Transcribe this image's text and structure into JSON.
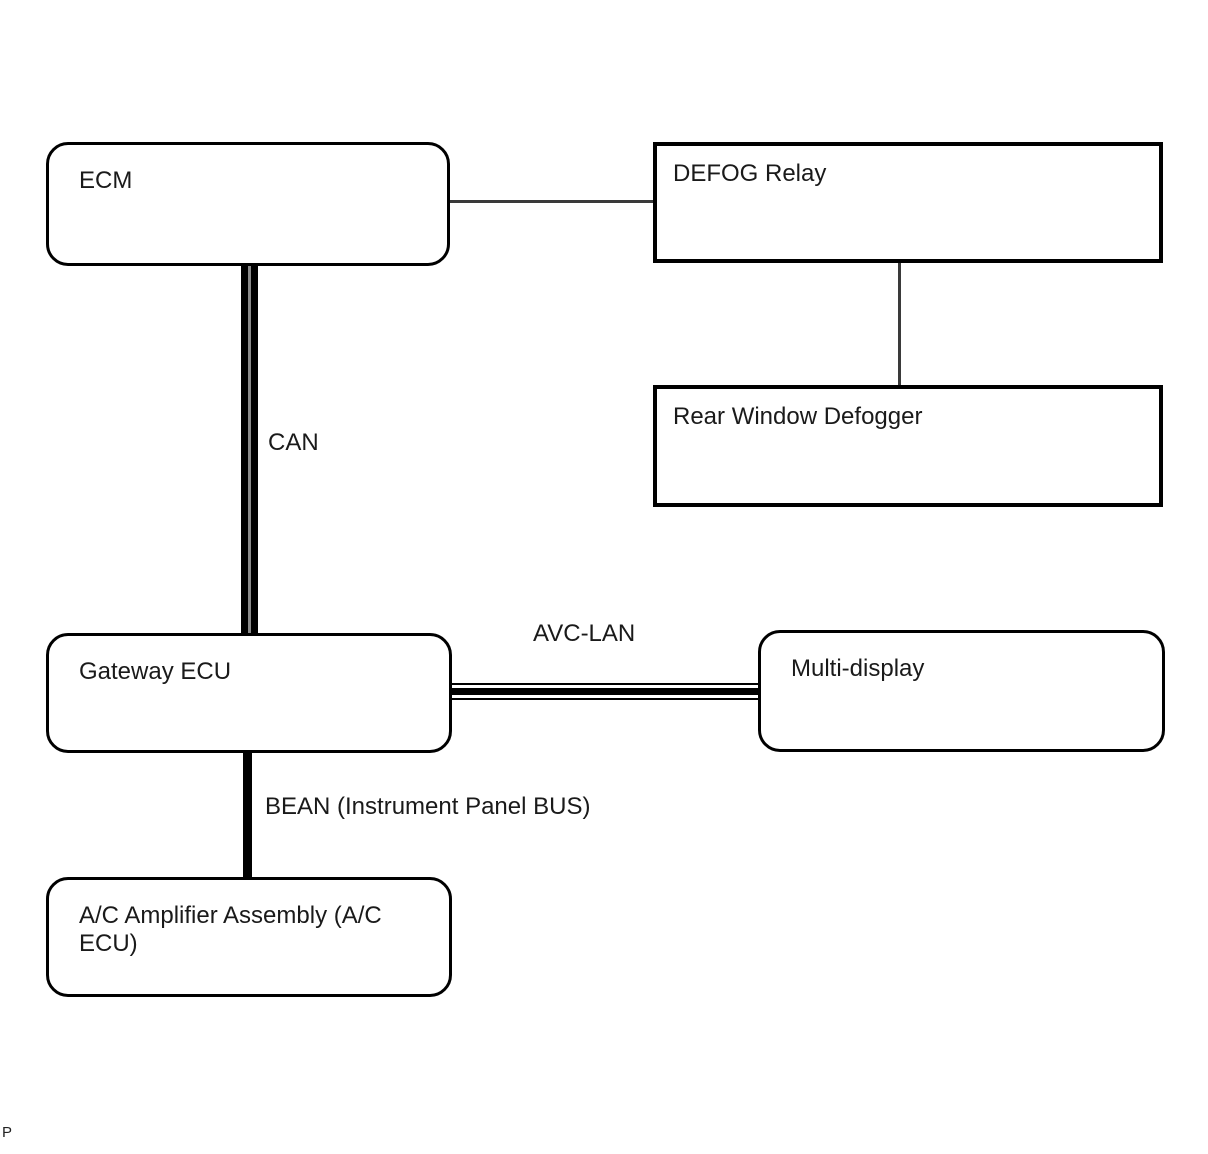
{
  "diagram": {
    "type": "block-diagram",
    "subject": "vehicle network communication diagram"
  },
  "nodes": {
    "ecm": {
      "label": "ECM",
      "shape": "rounded"
    },
    "defog_relay": {
      "label": "DEFOG Relay",
      "shape": "rect"
    },
    "rear_window_defogger": {
      "label": "Rear Window Defogger",
      "shape": "rect"
    },
    "gateway_ecu": {
      "label": "Gateway ECU",
      "shape": "rounded"
    },
    "multi_display": {
      "label": "Multi-display",
      "shape": "rounded"
    },
    "ac_amplifier": {
      "label": "A/C Amplifier Assembly (A/C ECU)",
      "shape": "rounded"
    }
  },
  "bus_labels": {
    "can": "CAN",
    "avc_lan": "AVC-LAN",
    "bean": "BEAN (Instrument Panel BUS)"
  },
  "connections": [
    {
      "from": "ecm",
      "to": "defog_relay",
      "style": "thin-single",
      "label": ""
    },
    {
      "from": "defog_relay",
      "to": "rear_window_defogger",
      "style": "thin-single",
      "label": ""
    },
    {
      "from": "ecm",
      "to": "gateway_ecu",
      "style": "double-line",
      "label": "CAN"
    },
    {
      "from": "gateway_ecu",
      "to": "multi_display",
      "style": "triple-line",
      "label": "AVC-LAN"
    },
    {
      "from": "gateway_ecu",
      "to": "ac_amplifier",
      "style": "thick-single",
      "label": "BEAN (Instrument Panel BUS)"
    }
  ],
  "page_marker": "P",
  "colors": {
    "background": "#ffffff",
    "box_border": "#000000",
    "bus_line": "#000000",
    "thin_line": "#3a3a3a",
    "text": "#1a1a1a"
  }
}
